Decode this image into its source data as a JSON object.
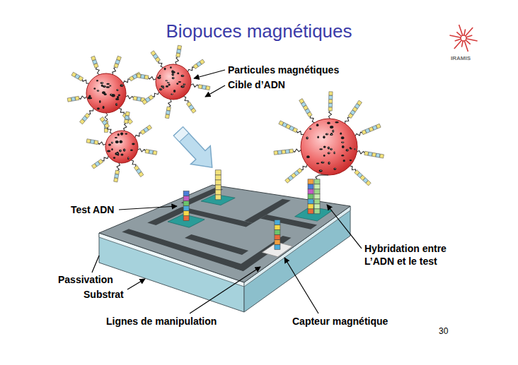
{
  "diagram": {
    "title": "Biopuces magnétiques",
    "labels": [
      "Particules magnétiques",
      "Cible d’ADN",
      "Test ADN",
      "Hybridation entre L’ADN et le test",
      "Passivation",
      "Substrat",
      "Lignes de manipulation",
      "Capteur magnétique",
      "30",
      "IRAMIS"
    ]
  }
}
